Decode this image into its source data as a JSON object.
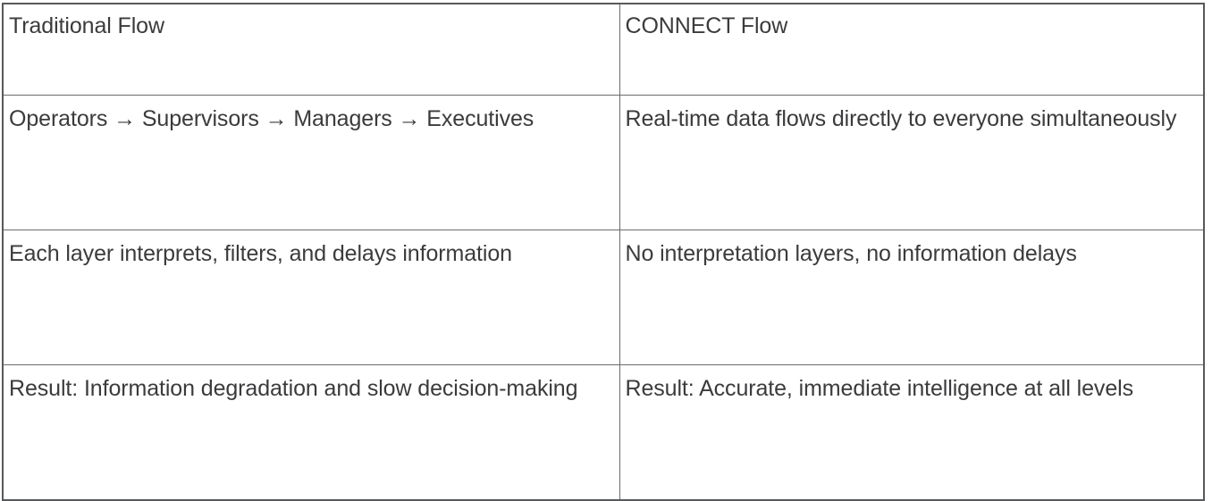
{
  "table": {
    "columns": [
      {
        "key": "traditional",
        "header": "Traditional Flow"
      },
      {
        "key": "connect",
        "header": "CONNECT Flow"
      }
    ],
    "rows": [
      {
        "traditional": "Operators → Supervisors → Managers → Executives",
        "connect": "Real-time data flows directly to everyone simultaneously"
      },
      {
        "traditional": "Each layer interprets, filters, and delays information",
        "connect": "No interpretation layers, no information delays"
      },
      {
        "traditional": "Result: Information degradation and slow decision-making",
        "connect": "Result: Accurate, immediate intelligence at all levels"
      }
    ]
  },
  "style": {
    "text_color": "#3b3b3d",
    "border_color": "#58595b",
    "inner_border_color": "#6a6b6d",
    "background_color": "#ffffff"
  }
}
